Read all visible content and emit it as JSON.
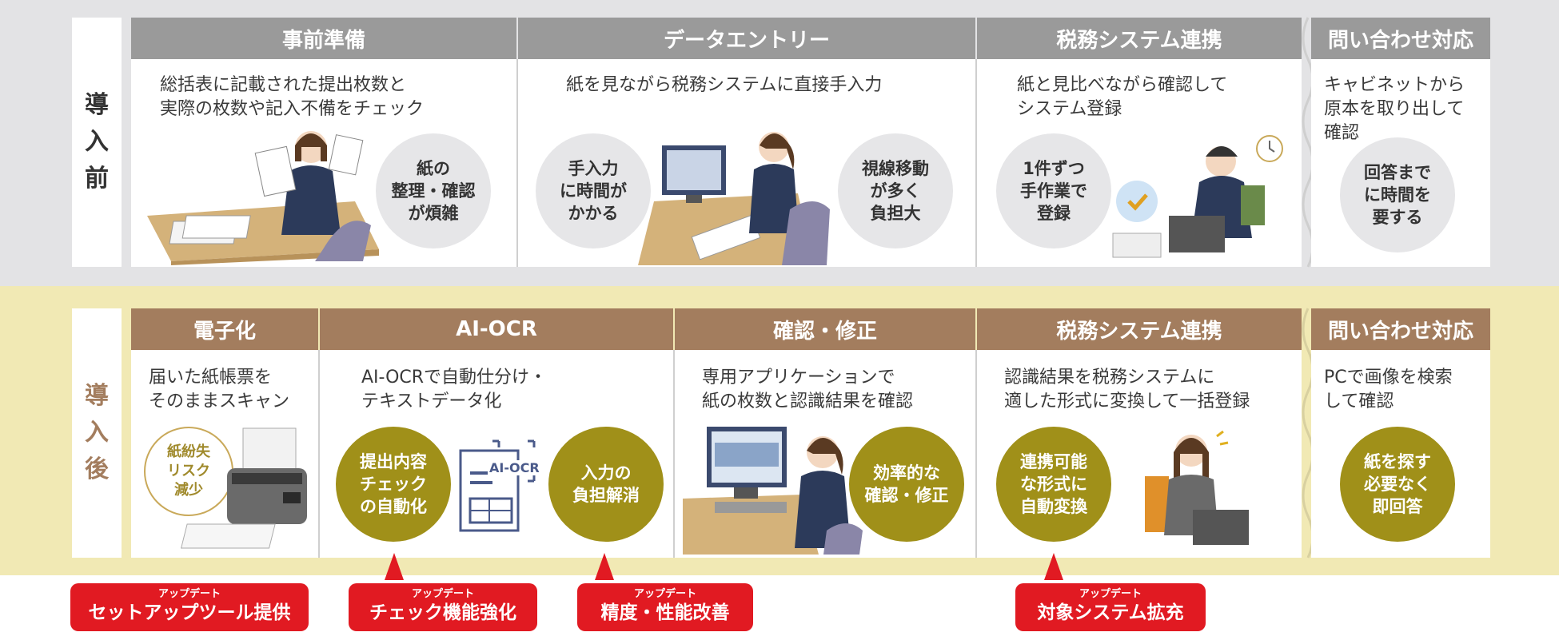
{
  "before": {
    "label": [
      "導",
      "入",
      "前"
    ],
    "stages": [
      {
        "title": "事前準備",
        "desc": [
          "総括表に記載された提出枚数と",
          "実際の枚数や記入不備をチェック"
        ],
        "circles": [
          [
            "紙の",
            "整理・確認",
            "が煩雑"
          ]
        ]
      },
      {
        "title": "データエントリー",
        "desc": [
          "紙を見ながら税務システムに直接手入力"
        ],
        "circles": [
          [
            "手入力",
            "に時間が",
            "かかる"
          ],
          [
            "視線移動",
            "が多く",
            "負担大"
          ]
        ]
      },
      {
        "title": "税務システム連携",
        "desc": [
          "紙と見比べながら確認して",
          "システム登録"
        ],
        "circles": [
          [
            "1件ずつ",
            "手作業で",
            "登録"
          ]
        ]
      },
      {
        "title": "問い合わせ対応",
        "desc": [
          "キャビネットから",
          "原本を取り出して",
          "確認"
        ],
        "circles": [
          [
            "回答まで",
            "に時間を",
            "要する"
          ]
        ]
      }
    ]
  },
  "after": {
    "label": [
      "導",
      "入",
      "後"
    ],
    "stages": [
      {
        "title": "電子化",
        "desc": [
          "届いた紙帳票を",
          "そのままスキャン"
        ],
        "circles": [
          [
            "紙紛失",
            "リスク",
            "減少"
          ]
        ]
      },
      {
        "title": "AI-OCR",
        "desc": [
          "AI-OCRで自動仕分け・",
          "テキストデータ化"
        ],
        "circles": [
          [
            "提出内容",
            "チェック",
            "の自動化"
          ],
          [
            "入力の",
            "負担解消"
          ]
        ],
        "icon_label": "AI-OCR"
      },
      {
        "title": "確認・修正",
        "desc": [
          "専用アプリケーションで",
          "紙の枚数と認識結果を確認"
        ],
        "circles": [
          [
            "効率的な",
            "確認・修正"
          ]
        ]
      },
      {
        "title": "税務システム連携",
        "desc": [
          "認識結果を税務システムに",
          "適した形式に変換して一括登録"
        ],
        "circles": [
          [
            "連携可能",
            "な形式に",
            "自動変換"
          ]
        ]
      },
      {
        "title": "問い合わせ対応",
        "desc": [
          "PCで画像を検索",
          "して確認"
        ],
        "circles": [
          [
            "紙を探す",
            "必要なく",
            "即回答"
          ]
        ]
      }
    ]
  },
  "updates": [
    {
      "small": "アップデート",
      "big": "セットアップツール提供"
    },
    {
      "small": "アップデート",
      "big": "チェック機能強化"
    },
    {
      "small": "アップデート",
      "big": "精度・性能改善"
    },
    {
      "small": "アップデート",
      "big": "対象システム拡充"
    }
  ],
  "colors": {
    "before_band": "#e3e3e5",
    "after_band": "#f1e9b4",
    "before_header": "#9a9a9a",
    "after_header": "#a37d5e",
    "olive": "#a09019",
    "update_red": "#e11a22",
    "after_label": "#a37d5e"
  }
}
